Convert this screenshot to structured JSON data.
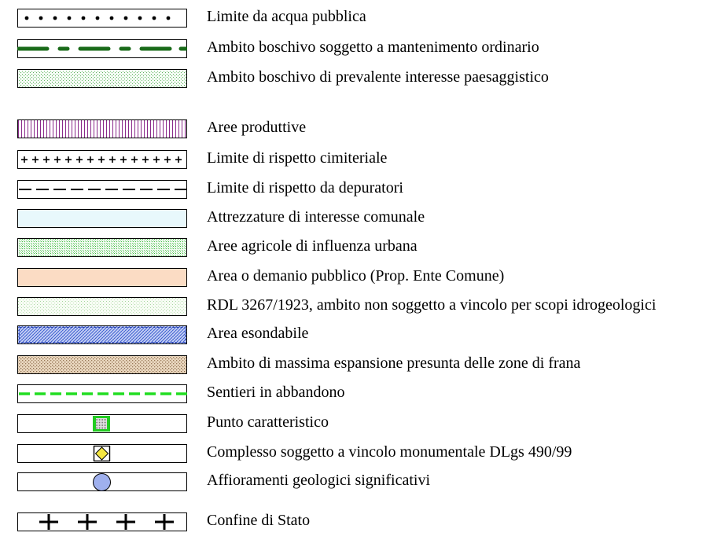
{
  "legend": {
    "items": [
      {
        "id": "limite-acqua",
        "label": "Limite da acqua pubblica"
      },
      {
        "id": "boschivo-ordinario",
        "label": "Ambito boschivo soggetto a mantenimento ordinario"
      },
      {
        "id": "boschivo-paesaggistico",
        "label": "Ambito boschivo di prevalente interesse paesaggistico"
      },
      {
        "id": "aree-produttive",
        "label": "Aree produttive"
      },
      {
        "id": "rispetto-cimiteriale",
        "label": "Limite di rispetto cimiteriale"
      },
      {
        "id": "rispetto-depuratori",
        "label": "Limite di rispetto da depuratori"
      },
      {
        "id": "attrezzature",
        "label": "Attrezzature di interesse comunale"
      },
      {
        "id": "aree-agricole",
        "label": "Aree agricole di influenza urbana"
      },
      {
        "id": "demanio",
        "label": "Area o demanio pubblico (Prop. Ente Comune)"
      },
      {
        "id": "rdl",
        "label": "RDL 3267/1923, ambito non soggetto a vincolo per scopi idrogeologici"
      },
      {
        "id": "esondabile",
        "label": "Area esondabile"
      },
      {
        "id": "frana",
        "label": "Ambito di massima espansione presunta delle zone di frana"
      },
      {
        "id": "sentieri",
        "label": "Sentieri in abbandono"
      },
      {
        "id": "punto",
        "label": "Punto caratteristico"
      },
      {
        "id": "monumentale",
        "label": "Complesso soggetto a vincolo monumentale DLgs 490/99"
      },
      {
        "id": "affioramenti",
        "label": "Affioramenti geologici significativi"
      },
      {
        "id": "confine",
        "label": "Confine di Stato"
      }
    ]
  },
  "colors": {
    "border": "#000000",
    "forest_green": "#1a6b1a",
    "purple_hatch": "#8b2a8b",
    "light_cyan": "#e8f8fc",
    "peach": "#fbdcc4",
    "blue_hatch": "#3355cc",
    "brown_dots": "#9a7a5a",
    "bright_green": "#22dd22",
    "yellow": "#f5e642",
    "circle_blue": "#9fb0ee"
  }
}
